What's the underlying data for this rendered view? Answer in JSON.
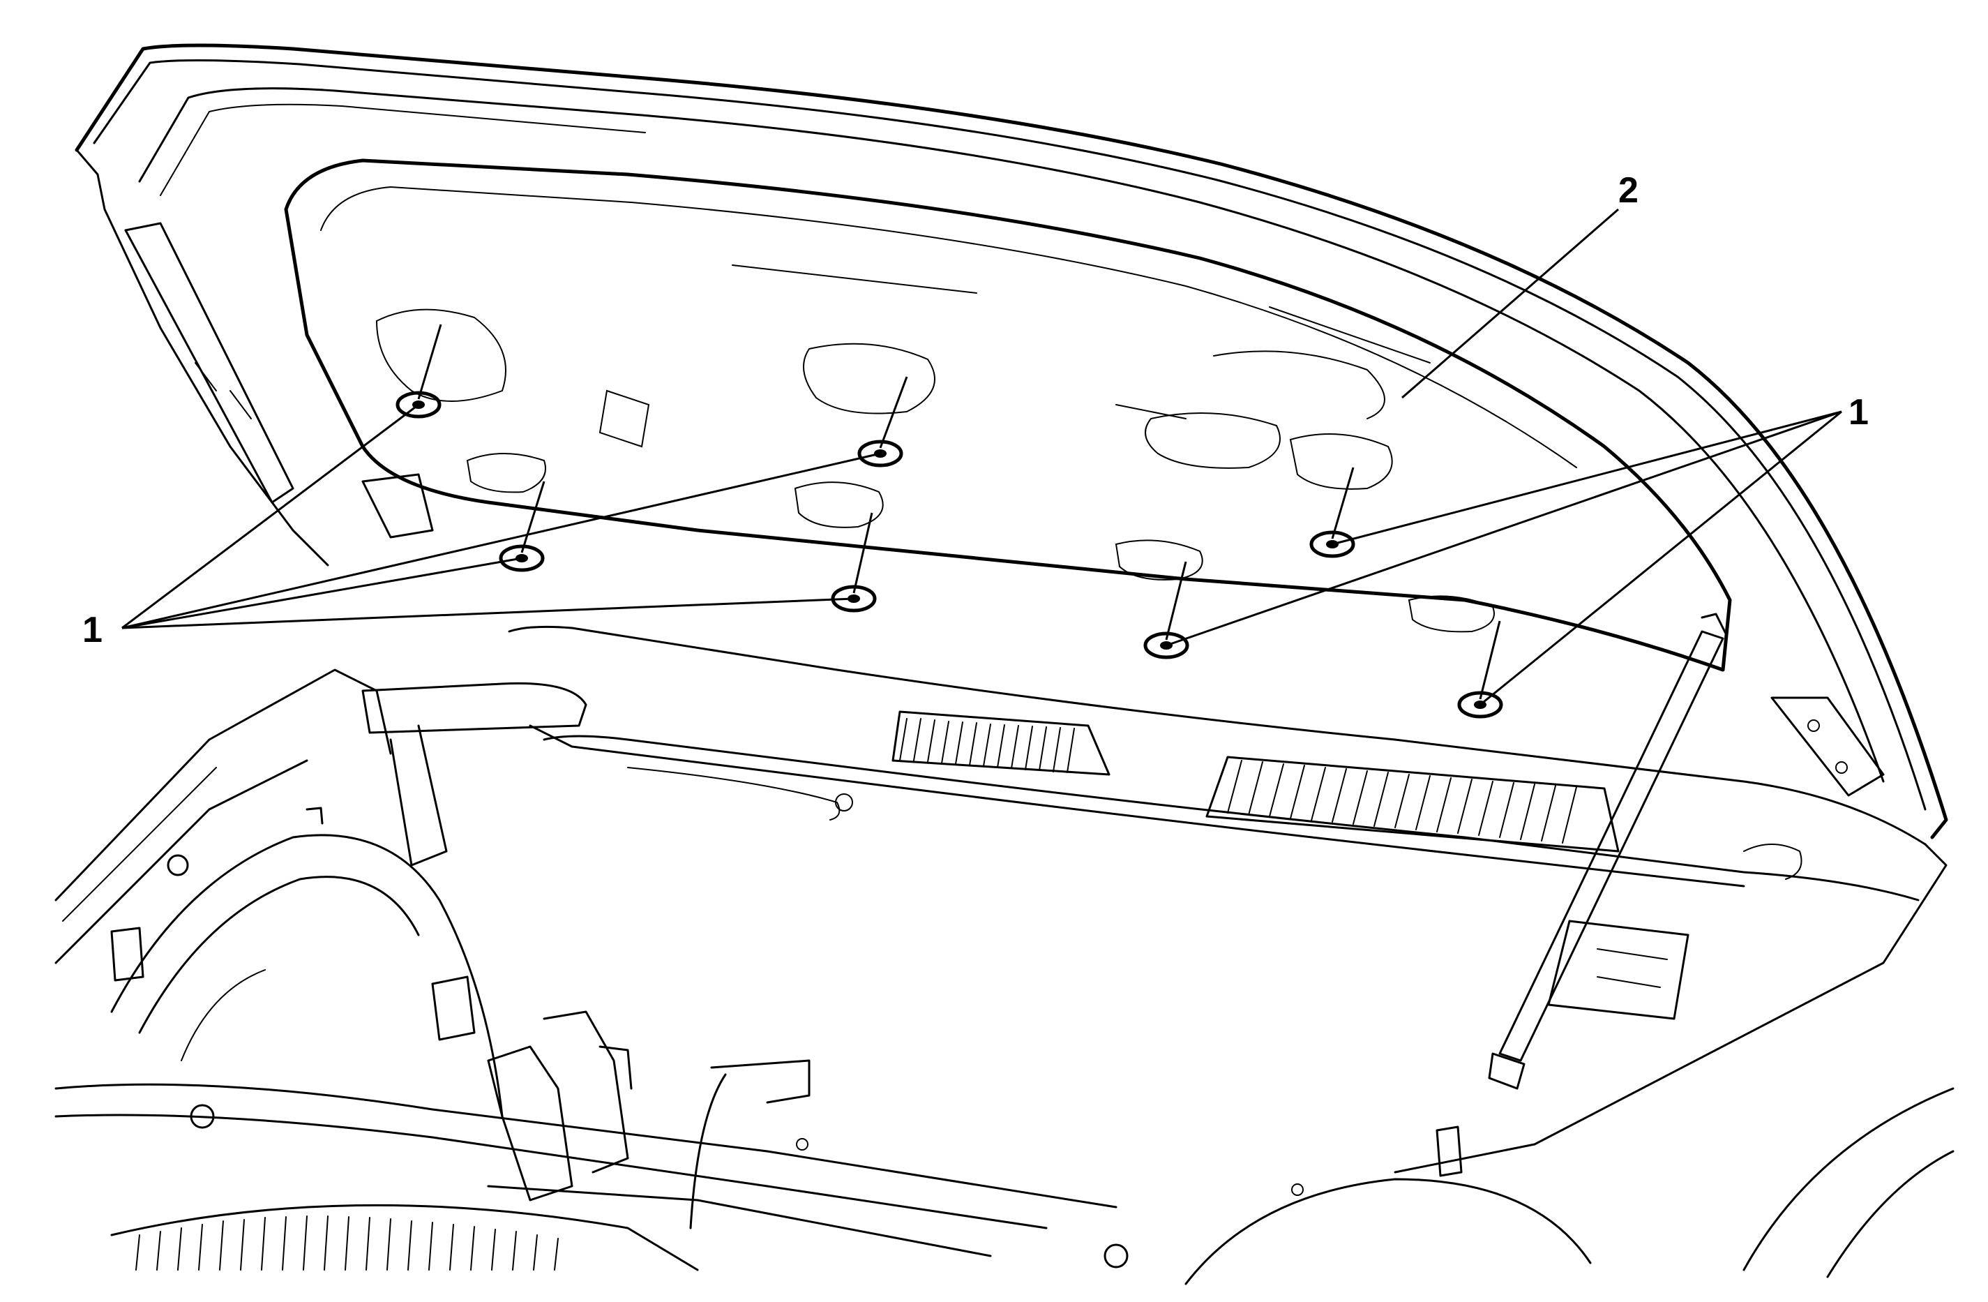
{
  "callouts": {
    "label_1_left": "1",
    "label_1_right": "1",
    "label_2": "2"
  },
  "colors": {
    "line": "#000000",
    "background": "#ffffff"
  }
}
